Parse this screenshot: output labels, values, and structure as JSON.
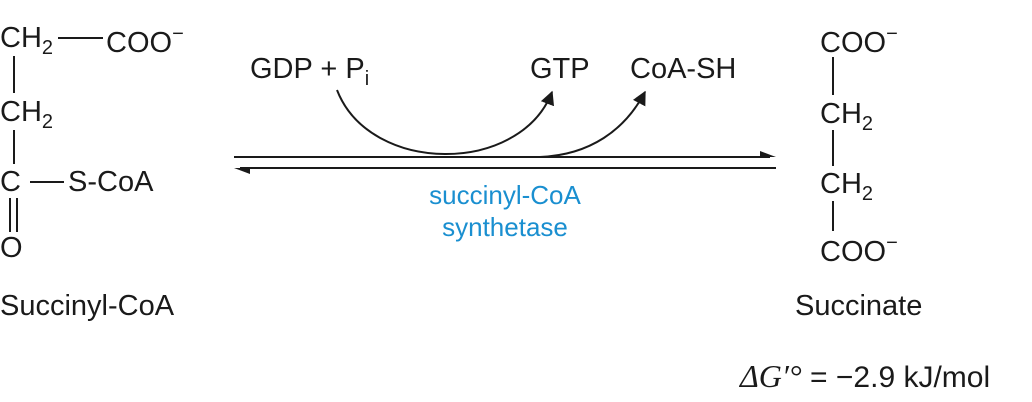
{
  "reactant": {
    "name": "Succinyl-CoA",
    "ch2_top": "CH",
    "ch2_top_sub": "2",
    "coo_top": "COO",
    "coo_top_charge": "−",
    "ch2_mid": "CH",
    "ch2_mid_sub": "2",
    "carbon": "C",
    "scoa": "S-CoA",
    "oxygen": "O"
  },
  "product": {
    "name": "Succinate",
    "coo_top": "COO",
    "coo_top_charge": "−",
    "ch2_a": "CH",
    "ch2_a_sub": "2",
    "ch2_b": "CH",
    "ch2_b_sub": "2",
    "coo_bottom": "COO",
    "coo_bottom_charge": "−"
  },
  "cofactors": {
    "gdp": "GDP + P",
    "gdp_sub": "i",
    "gtp": "GTP",
    "coa_sh": "CoA-SH"
  },
  "enzyme": {
    "line1": "succinyl-CoA",
    "line2": "synthetase",
    "color": "#1a8fd0"
  },
  "energy": {
    "symbol": "ΔG′°",
    "equals": "=",
    "value": "−2.9 kJ/mol"
  }
}
